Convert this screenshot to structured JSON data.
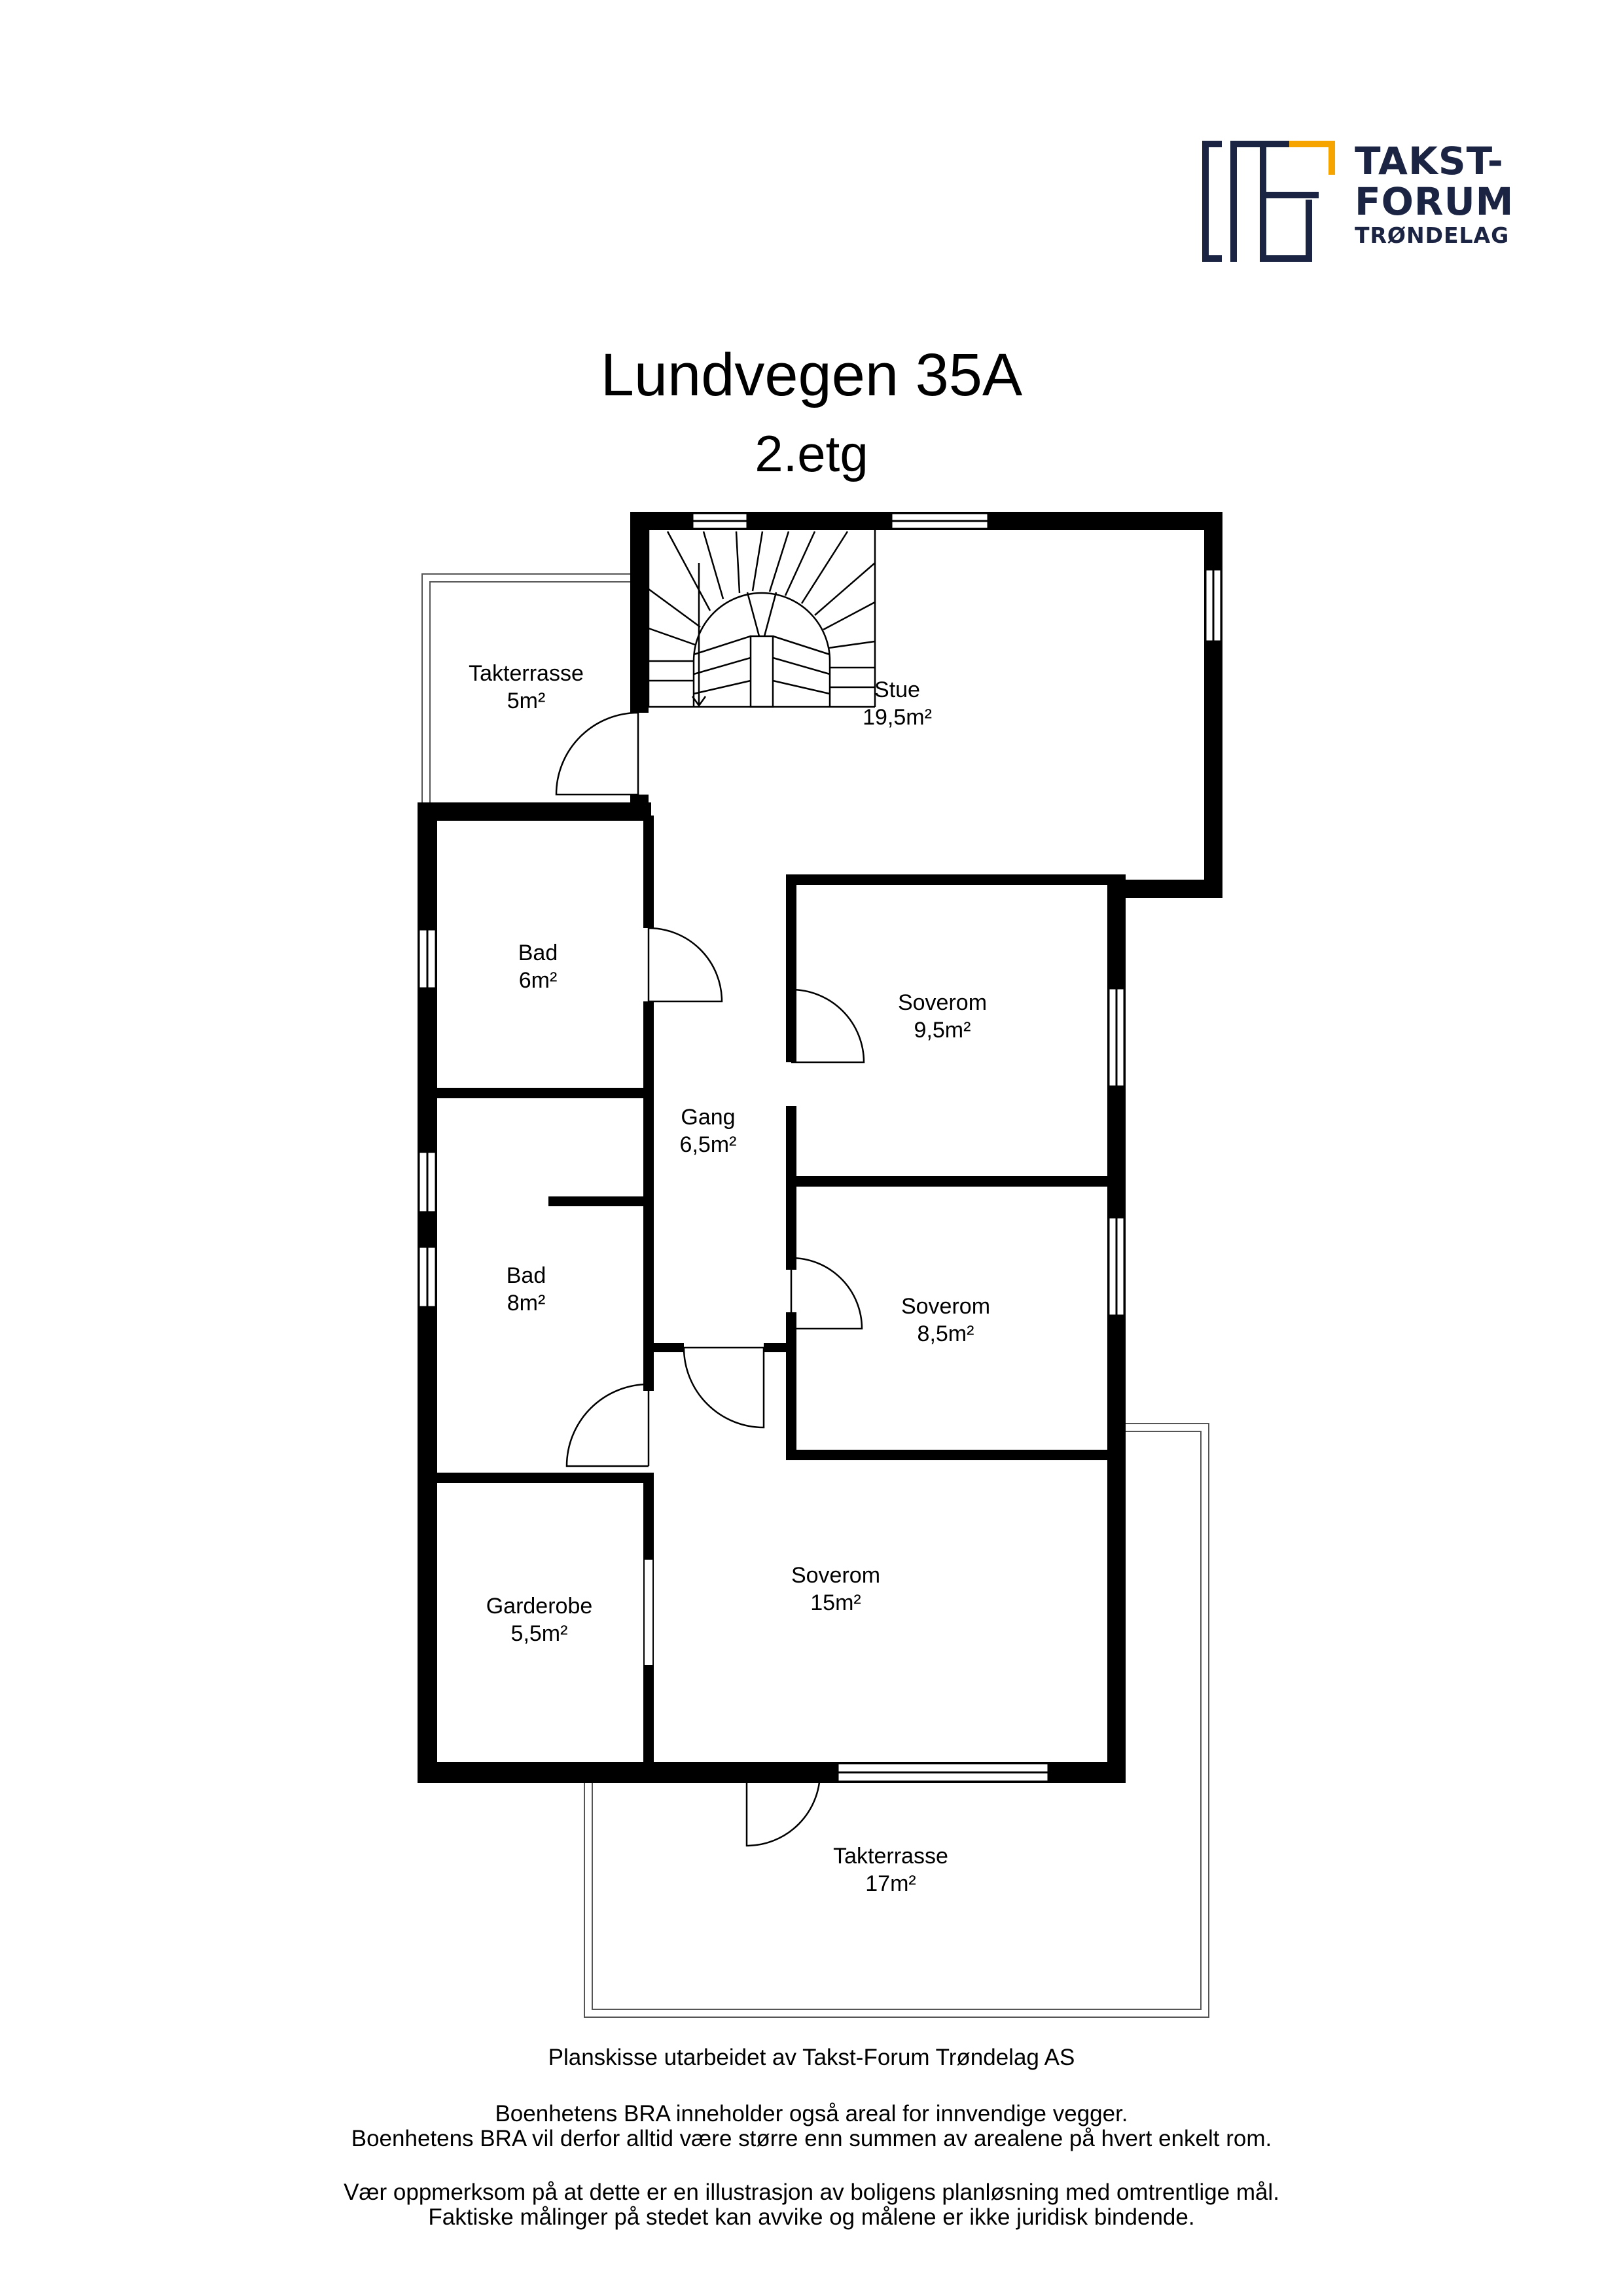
{
  "logo": {
    "line1": "TAKST-",
    "line2": "FORUM",
    "line3": "TRØNDELAG",
    "colors": {
      "navy": "#1b2443",
      "accent": "#f5a400"
    }
  },
  "title": "Lundvegen 35A",
  "floor": "2.etg",
  "rooms": [
    {
      "id": "takterrasse-top",
      "name": "Takterrasse",
      "area": "5m²"
    },
    {
      "id": "stue",
      "name": "Stue",
      "area": "19,5m²"
    },
    {
      "id": "bad-1",
      "name": "Bad",
      "area": "6m²"
    },
    {
      "id": "soverom-1",
      "name": "Soverom",
      "area": "9,5m²"
    },
    {
      "id": "gang",
      "name": "Gang",
      "area": "6,5m²"
    },
    {
      "id": "bad-2",
      "name": "Bad",
      "area": "8m²"
    },
    {
      "id": "soverom-2",
      "name": "Soverom",
      "area": "8,5m²"
    },
    {
      "id": "soverom-3",
      "name": "Soverom",
      "area": "15m²"
    },
    {
      "id": "garderobe",
      "name": "Garderobe",
      "area": "5,5m²"
    },
    {
      "id": "takterrasse-bottom",
      "name": "Takterrasse",
      "area": "17m²"
    }
  ],
  "footer": {
    "credit": "Planskisse utarbeidet av Takst-Forum Trøndelag AS",
    "bra1": "Boenhetens BRA inneholder også areal for innvendige vegger.",
    "bra2": "Boenhetens BRA vil derfor alltid være større enn summen av arealene på hvert enkelt rom.",
    "note1": "Vær oppmerksom på at dette er en illustrasjon av boligens planløsning med omtrentlige mål.",
    "note2": "Faktiske målinger på stedet kan avvike og målene er ikke juridisk bindende."
  }
}
